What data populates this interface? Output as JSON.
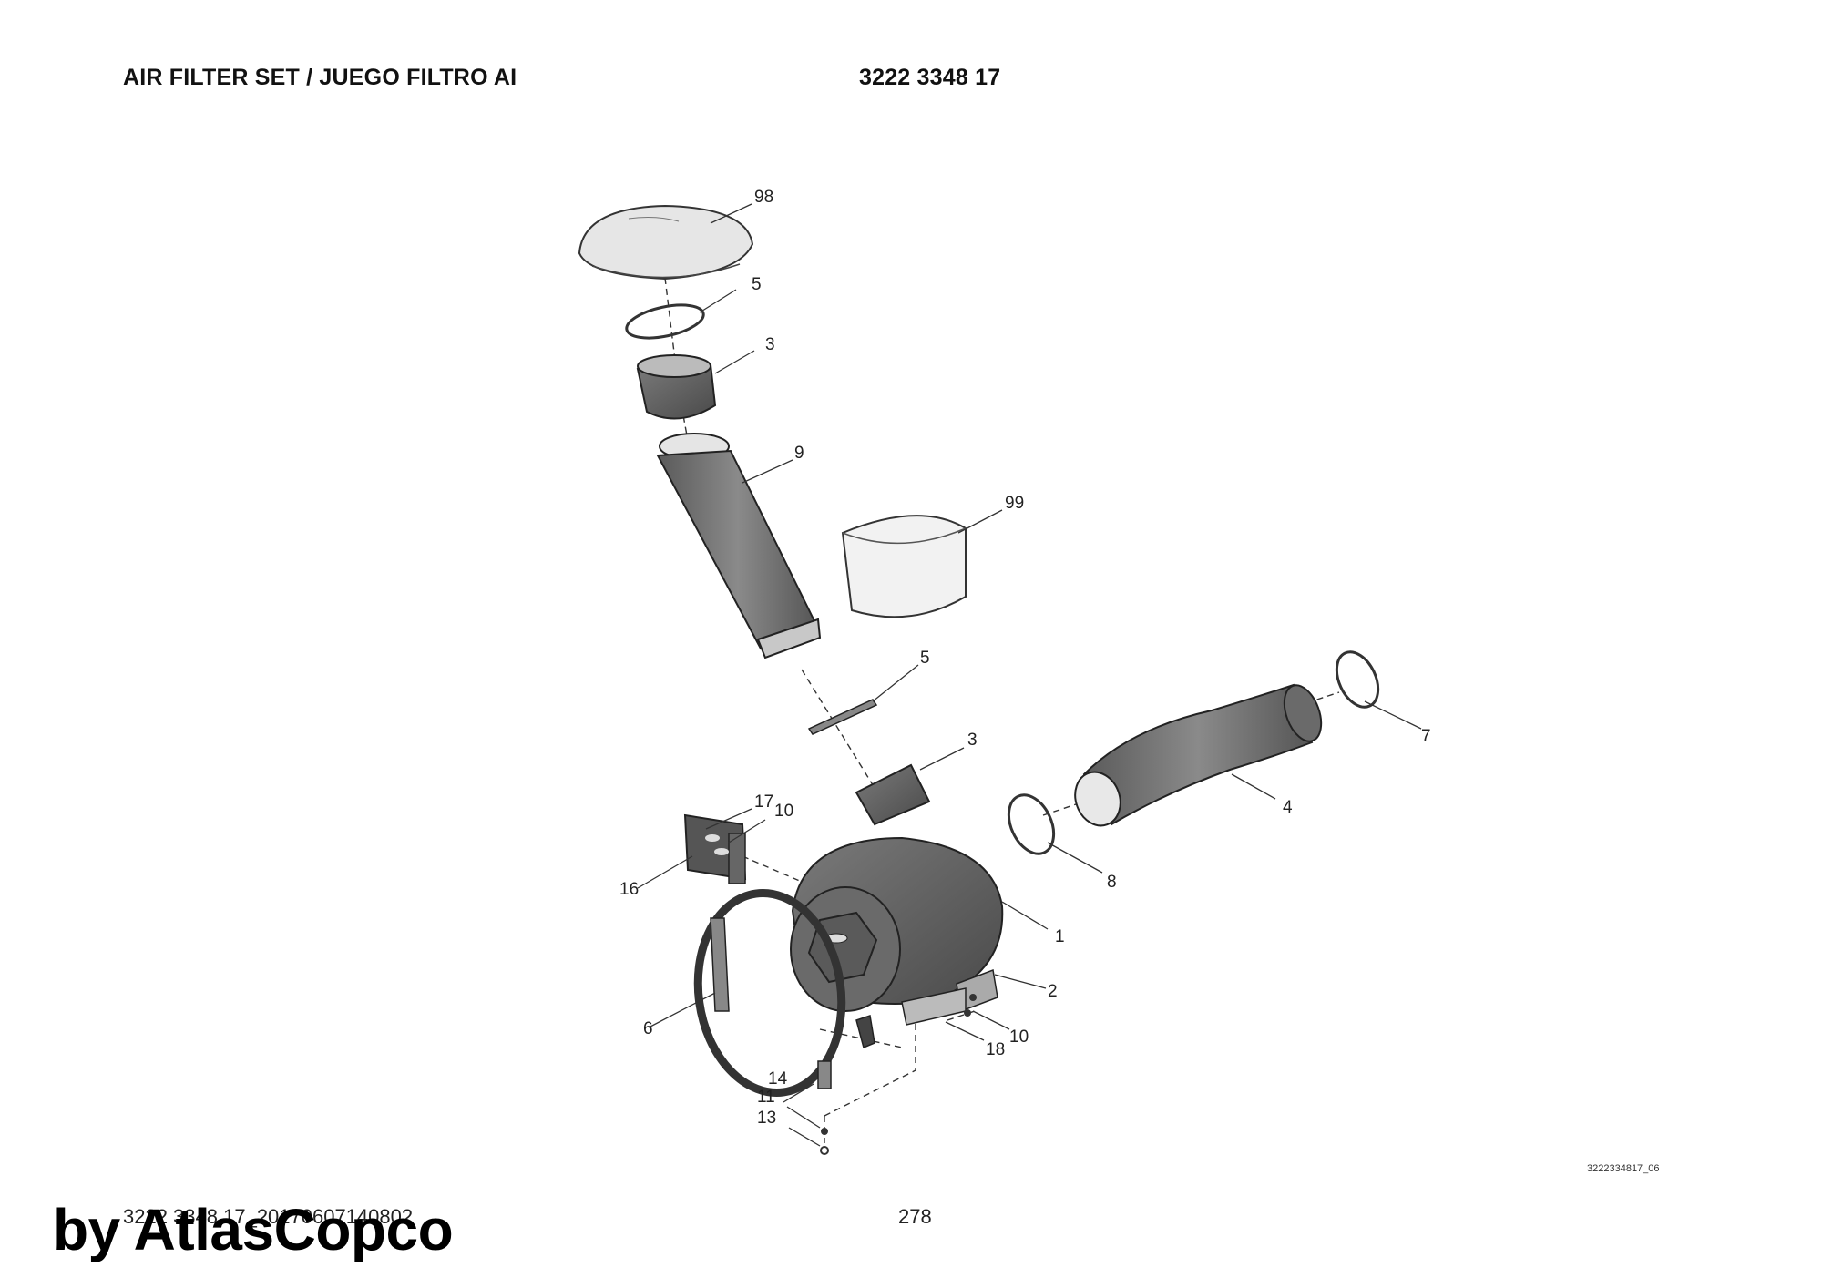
{
  "header": {
    "title": "AIR FILTER SET / JUEGO FILTRO AI",
    "part_number": "3222 3348 17"
  },
  "callouts": {
    "c98": "98",
    "c5a": "5",
    "c3a": "3",
    "c9": "9",
    "c99": "99",
    "c5b": "5",
    "c3b": "3",
    "c7": "7",
    "c4": "4",
    "c17": "17",
    "c10a": "10",
    "c16": "16",
    "c8": "8",
    "c1": "1",
    "c2": "2",
    "c6": "6",
    "c10b": "10",
    "c18": "18",
    "c14": "14",
    "c11": "11",
    "c13": "13"
  },
  "footer": {
    "drawing_ref": "3222334817_06",
    "doc_id": "3222 3348 17_20170607140802",
    "page": "278",
    "watermark": "by AtlasCopco"
  }
}
